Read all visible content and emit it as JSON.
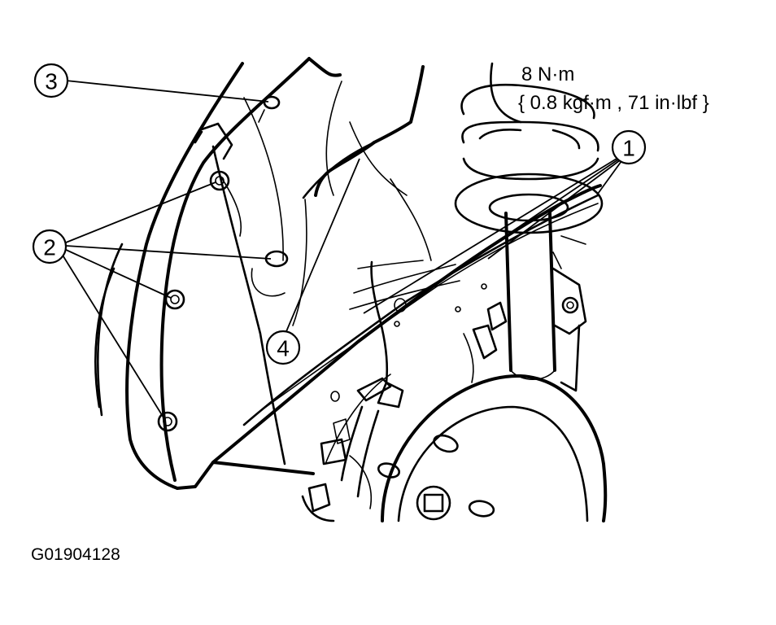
{
  "torque_spec": {
    "line1": "8 N·m",
    "line2": "{ 0.8 kgf·m , 71 in·lbf }"
  },
  "callouts": {
    "c1": "1",
    "c2": "2",
    "c3": "3",
    "c4": "4"
  },
  "figure_id": "G01904128",
  "colors": {
    "ink": "#000000",
    "paper": "#ffffff"
  }
}
